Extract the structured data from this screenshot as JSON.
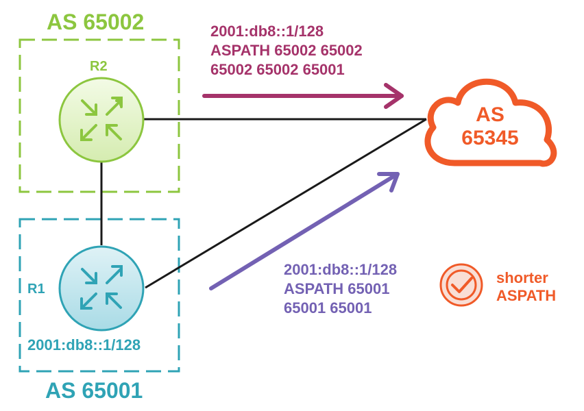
{
  "as_top": {
    "label": "AS 65002"
  },
  "as_bottom": {
    "label": "AS 65001"
  },
  "routers": {
    "r2": {
      "label": "R2"
    },
    "r1": {
      "label": "R1",
      "prefix": "2001:db8::1/128"
    }
  },
  "advert_r2": {
    "line1": "2001:db8::1/128",
    "line2": "ASPATH 65002 65002",
    "line3": "65002 65002 65001"
  },
  "advert_r1": {
    "line1": "2001:db8::1/128",
    "line2": "ASPATH 65001",
    "line3": "65001 65001"
  },
  "cloud": {
    "line1": "AS",
    "line2": "65345"
  },
  "badge": {
    "line1": "shorter",
    "line2": "ASPATH"
  },
  "colors": {
    "green": "#8cc63f",
    "teal": "#2fa3b5",
    "magenta": "#a5336a",
    "violet": "#7361b3",
    "orange": "#f05a28",
    "link": "#1a1a1a"
  }
}
